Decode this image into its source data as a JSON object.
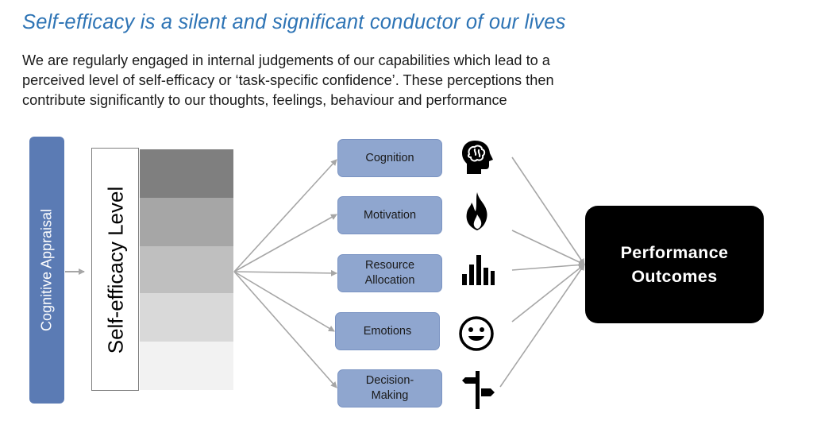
{
  "header": {
    "title": "Self-efficacy is a silent and significant conductor of our lives",
    "intro_lines": [
      "We are regularly engaged in internal judgements of our capabilities which lead to a",
      "perceived level of self-efficacy or ‘task-specific confidence’. These perceptions then",
      "contribute significantly to our thoughts, feelings, behaviour and performance"
    ]
  },
  "diagram": {
    "appraisal_label": "Cognitive Appraisal",
    "level_label": "Self-efficacy Level",
    "level_shades": [
      "#7f7f7f",
      "#a6a6a6",
      "#bfbfbf",
      "#d9d9d9",
      "#f2f2f2"
    ],
    "nodes": [
      {
        "label": "Cognition",
        "icon": "head-brain-icon"
      },
      {
        "label": "Motivation",
        "icon": "flame-icon"
      },
      {
        "label": "Resource\nAllocation",
        "icon": "bar-chart-icon"
      },
      {
        "label": "Emotions",
        "icon": "smiley-face-icon"
      },
      {
        "label": "Decision-\nMaking",
        "icon": "signpost-icon"
      }
    ],
    "outcome_label": "Performance\nOutcomes"
  },
  "colors": {
    "title": "#2e74b5",
    "appraisal_fill": "#5b7bb4",
    "node_fill": "#8fa6cf",
    "node_border": "#7a93c2",
    "connector": "#a6a6a6",
    "outcome_fill": "#000000"
  }
}
